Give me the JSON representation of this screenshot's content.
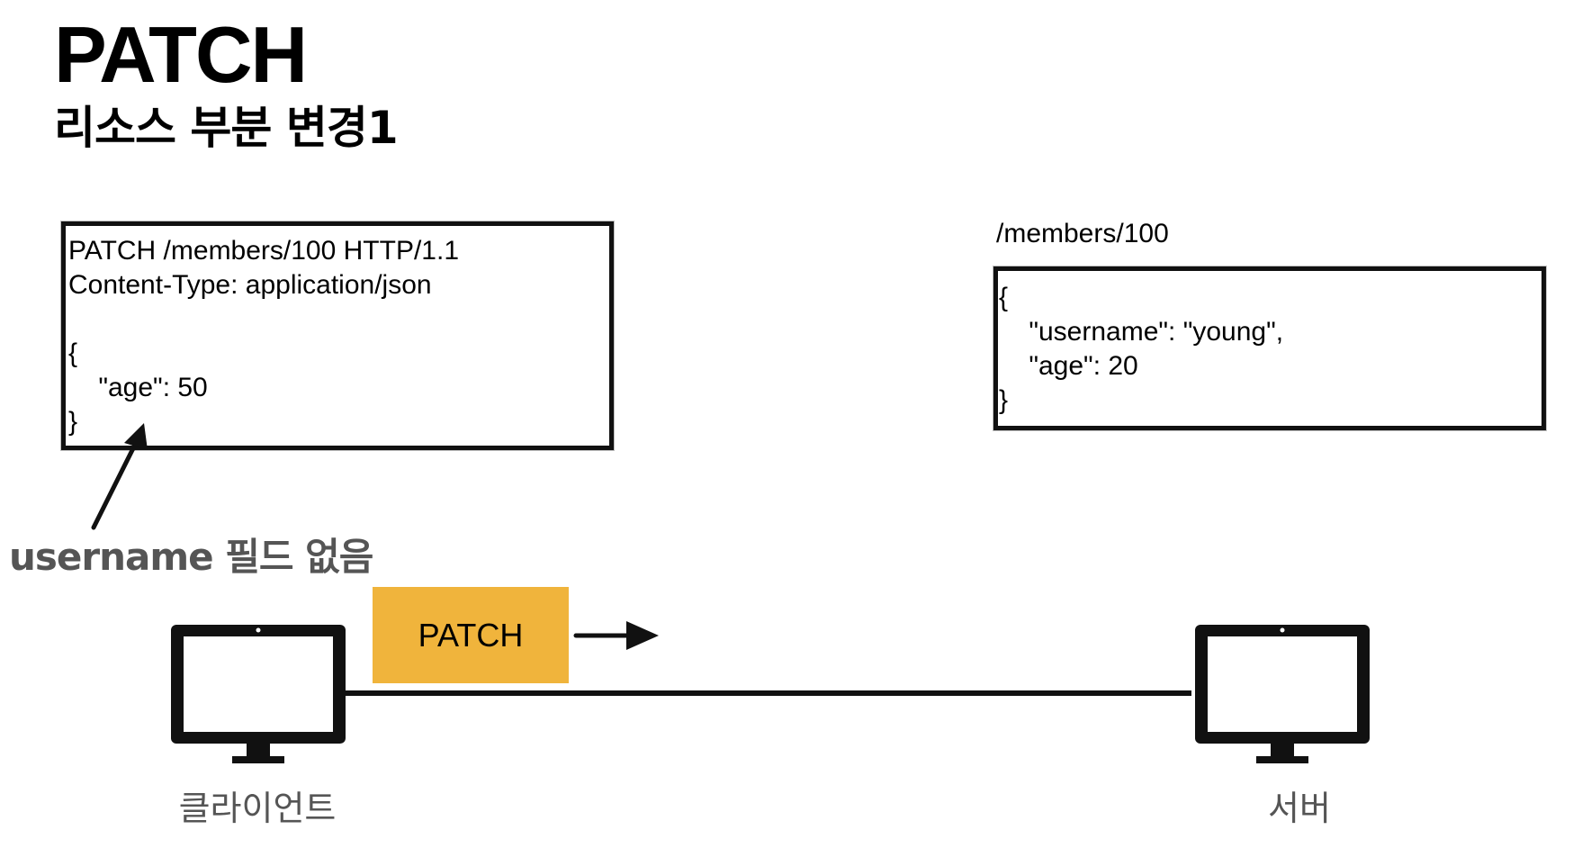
{
  "title": "PATCH",
  "subtitle": "리소스 부분 변경1",
  "request": {
    "lines": [
      "PATCH /members/100 HTTP/1.1",
      "Content-Type: application/json",
      "{",
      "    \"age\": 50",
      "}"
    ]
  },
  "resource": {
    "path": "/members/100",
    "lines": [
      "{",
      "    \"username\": \"young\",",
      "    \"age\": 20",
      "}"
    ]
  },
  "annotation": "username 필드 없음",
  "method_badge": {
    "label": "PATCH",
    "color": "#f0b43c"
  },
  "client_label": "클라이언트",
  "server_label": "서버",
  "colors": {
    "text": "#000000",
    "label_gray": "#555555",
    "line": "#111111"
  }
}
